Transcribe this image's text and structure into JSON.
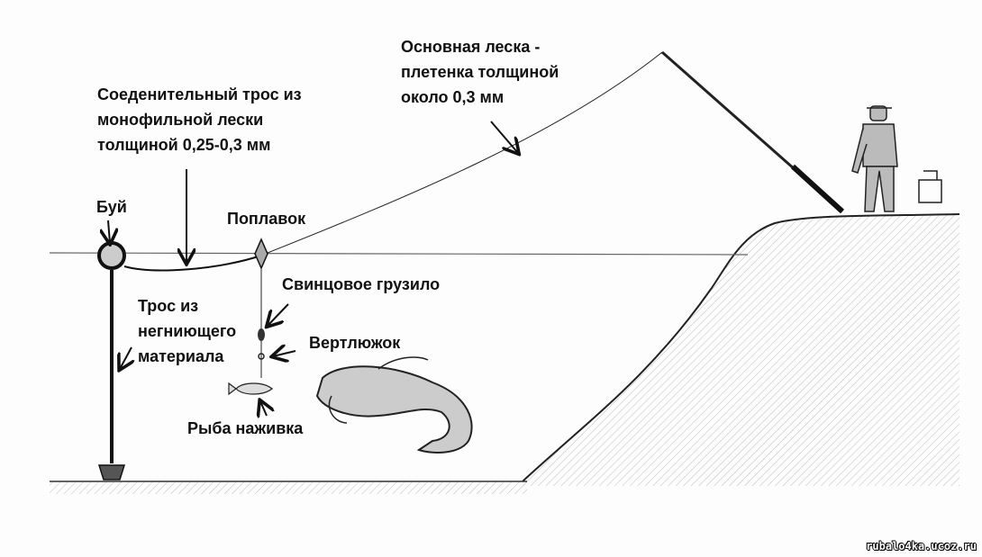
{
  "labels": {
    "leader_line": [
      "Соеденительный трос из",
      "монофильной лески",
      "толщиной 0,25-0,3 мм"
    ],
    "main_line": [
      "Основная леска -",
      "плетенка толщиной",
      "около 0,3 мм"
    ],
    "buoy": "Буй",
    "float": "Поплавок",
    "sinker": "Свинцовое грузило",
    "rope": [
      "Трос из",
      "негниющего",
      "материала"
    ],
    "swivel": "Вертлюжок",
    "bait": "Рыба наживка"
  },
  "watermark": "rubalo4ka.ucoz.ru",
  "colors": {
    "ink": "#111111",
    "background": "#fdfdfd"
  }
}
